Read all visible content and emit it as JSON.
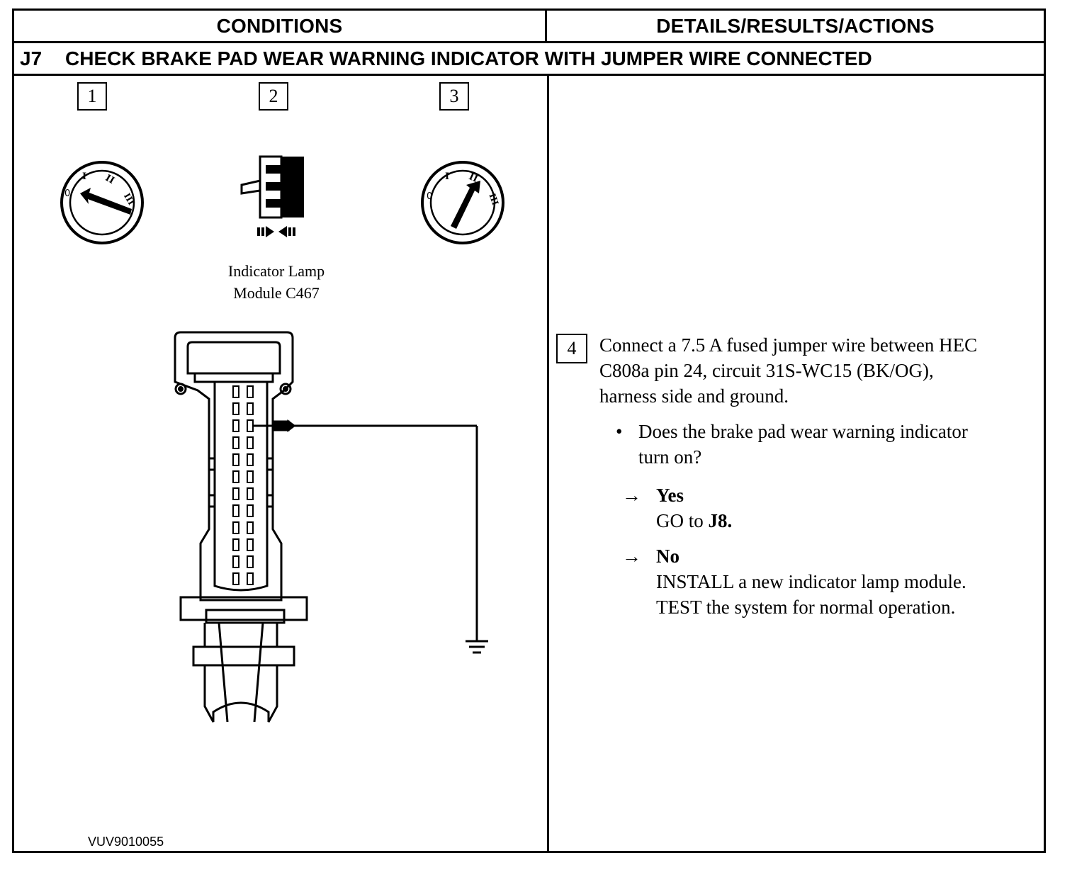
{
  "header": {
    "conditions": "CONDITIONS",
    "details": "DETAILS/RESULTS/ACTIONS"
  },
  "step": {
    "id": "J7",
    "title": "CHECK BRAKE PAD WEAR WARNING INDICATOR WITH JUMPER WIRE CONNECTED"
  },
  "figure": {
    "callouts": [
      "1",
      "2",
      "3"
    ],
    "ignition_positions": [
      "0",
      "I",
      "II",
      "III"
    ],
    "module_label_line1": "Indicator Lamp",
    "module_label_line2": "Module C467",
    "figure_id": "VUV9010055"
  },
  "action": {
    "number": "4",
    "instruction_line1": "Connect a 7.5 A fused jumper wire between HEC",
    "instruction_line2": "C808a pin 24, circuit 31S-WC15 (BK/OG),",
    "instruction_line3": "harness side and ground.",
    "bullet": "•",
    "question_line1": "Does the brake pad wear warning indicator",
    "question_line2": "turn on?",
    "arrow": "→",
    "yes_label": "Yes",
    "yes_action_prefix": "GO to",
    "yes_action_target": "J8.",
    "no_label": "No",
    "no_action_line1": "INSTALL a new indicator lamp module.",
    "no_action_line2": "TEST the system for normal operation."
  }
}
